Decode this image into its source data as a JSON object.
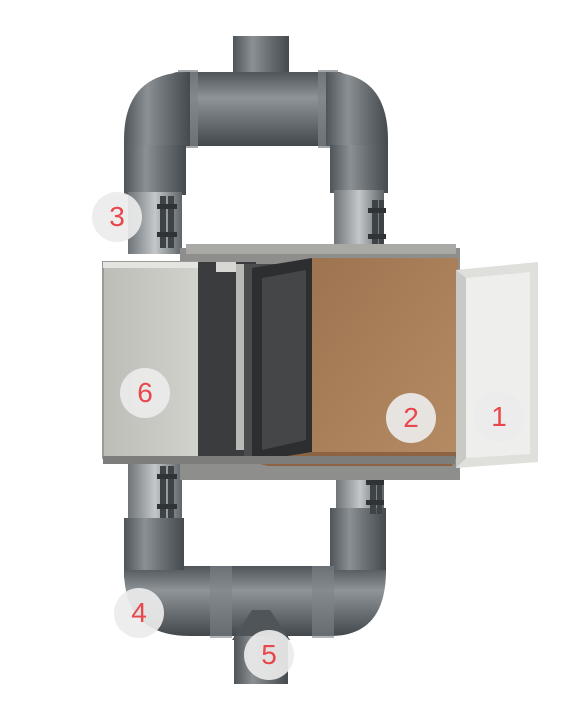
{
  "diagram": {
    "colors": {
      "pipe_dark": "#5c6266",
      "pipe_mid": "#7b8185",
      "pipe_light": "#a4a9ac",
      "box_panel": "#c9c9c4",
      "filter_brown": "#a57c55",
      "door_white": "#e8e8e6",
      "label_red": "#e8474c",
      "badge_bg": "#ececec"
    },
    "labels": [
      {
        "id": "door",
        "text": "1"
      },
      {
        "id": "filter",
        "text": "2"
      },
      {
        "id": "upper-clamp",
        "text": "3"
      },
      {
        "id": "lower-elbow",
        "text": "4"
      },
      {
        "id": "outlet",
        "text": "5"
      },
      {
        "id": "housing-side",
        "text": "6"
      }
    ]
  }
}
